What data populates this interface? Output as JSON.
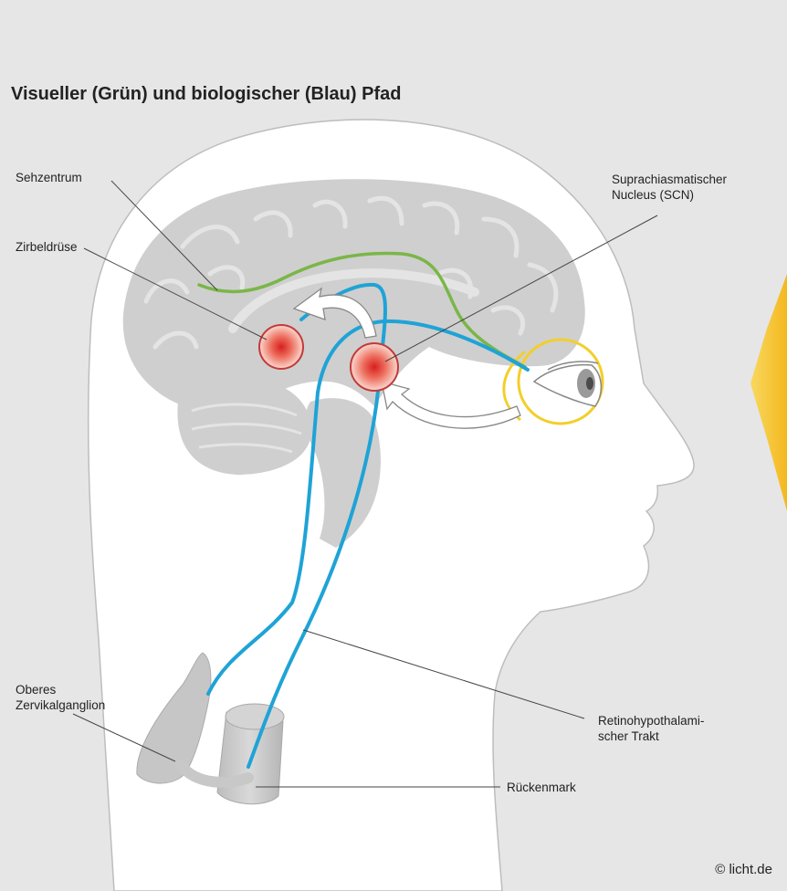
{
  "title": "Visueller (Grün) und biologischer (Blau) Pfad",
  "labels": {
    "sehzentrum": "Sehzentrum",
    "zirbeldruese": "Zirbeldrüse",
    "scn_line1": "Suprachiasmatischer",
    "scn_line2": "Nucleus (SCN)",
    "ganglion_line1": "Oberes",
    "ganglion_line2": "Zervikalganglion",
    "trakt_line1": "Retinohypothalami-",
    "trakt_line2": "scher Trakt",
    "rueckenmark": "Rückenmark"
  },
  "copyright": "© licht.de",
  "colors": {
    "background": "#e6e6e6",
    "head": "#ffffff",
    "brain": "#cfcfcf",
    "visual_path": "#7ab648",
    "biological_path": "#1fa3d6",
    "eye_ring": "#f2cf2a",
    "accent_yellow": "#f6c52e",
    "nucleus_red": "#cc2222"
  }
}
